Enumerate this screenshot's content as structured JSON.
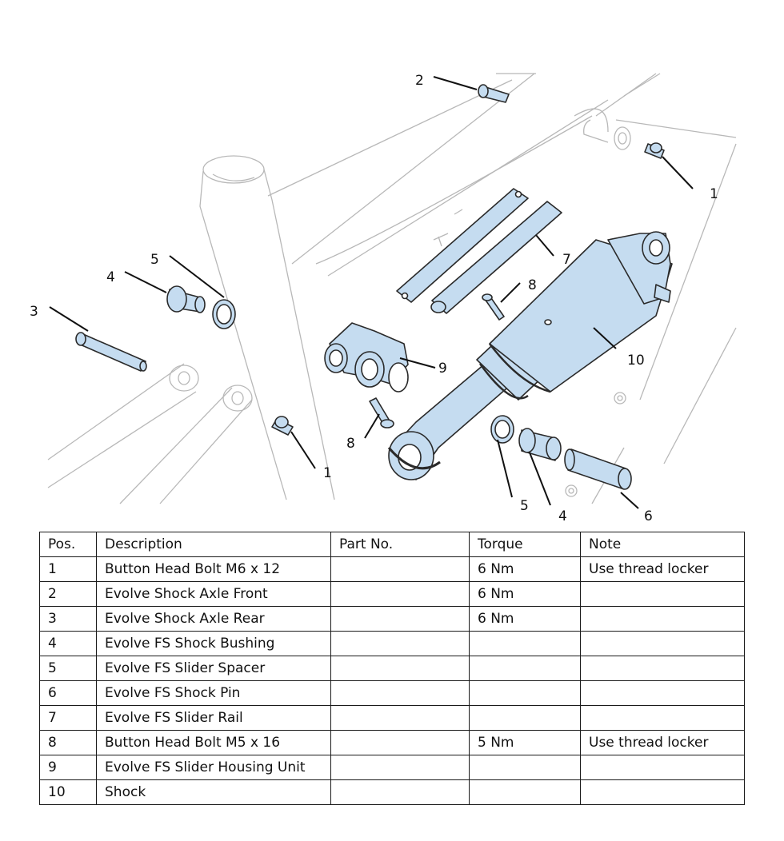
{
  "colors": {
    "part_fill": "#c5dcf0",
    "part_stroke": "#2a2a2a",
    "frame_stroke": "#b8b8b8"
  },
  "callouts": [
    "1",
    "2",
    "3",
    "4",
    "5",
    "6",
    "7",
    "8",
    "9",
    "10"
  ],
  "table": {
    "headers": {
      "pos": "Pos.",
      "description": "Description",
      "part_no": "Part No.",
      "torque": "Torque",
      "note": "Note"
    },
    "rows": [
      {
        "pos": "1",
        "description": "Button Head Bolt M6 x 12",
        "part_no": "",
        "torque": "6 Nm",
        "note": "Use thread locker"
      },
      {
        "pos": "2",
        "description": "Evolve Shock Axle Front",
        "part_no": "",
        "torque": "6 Nm",
        "note": ""
      },
      {
        "pos": "3",
        "description": "Evolve Shock Axle Rear",
        "part_no": "",
        "torque": "6 Nm",
        "note": ""
      },
      {
        "pos": "4",
        "description": "Evolve FS Shock Bushing",
        "part_no": "",
        "torque": "",
        "note": ""
      },
      {
        "pos": "5",
        "description": "Evolve FS Slider Spacer",
        "part_no": "",
        "torque": "",
        "note": ""
      },
      {
        "pos": "6",
        "description": "Evolve FS Shock Pin",
        "part_no": "",
        "torque": "",
        "note": ""
      },
      {
        "pos": "7",
        "description": "Evolve FS Slider Rail",
        "part_no": "",
        "torque": "",
        "note": ""
      },
      {
        "pos": "8",
        "description": "Button Head Bolt M5 x 16",
        "part_no": "",
        "torque": "5 Nm",
        "note": "Use thread locker"
      },
      {
        "pos": "9",
        "description": "Evolve FS Slider Housing Unit",
        "part_no": "",
        "torque": "",
        "note": ""
      },
      {
        "pos": "10",
        "description": "Shock",
        "part_no": "",
        "torque": "",
        "note": ""
      }
    ]
  }
}
